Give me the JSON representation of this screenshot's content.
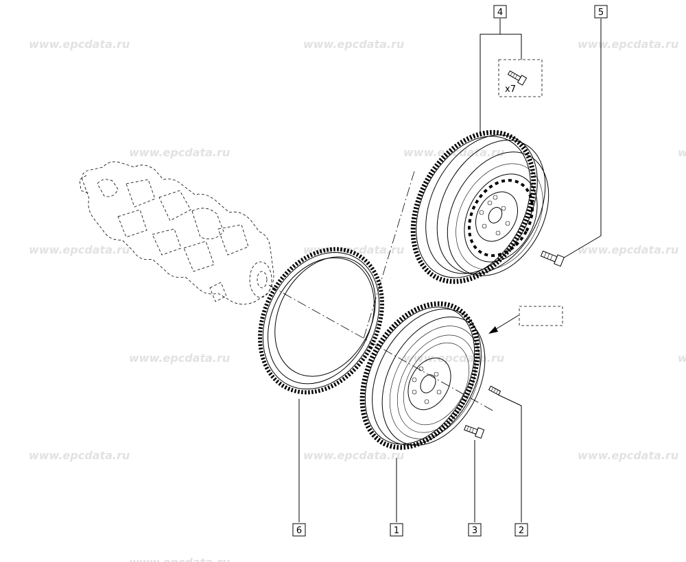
{
  "watermark": "www.epcdata.ru",
  "callouts": {
    "c1": "1",
    "c2": "2",
    "c3": "3",
    "c4": "4",
    "c5": "5",
    "c6": "6"
  },
  "bolt_kit_quantity": "x7"
}
